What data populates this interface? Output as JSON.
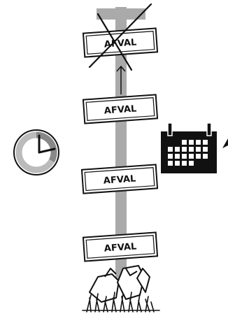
{
  "signs": [
    {
      "label": "AFVAL",
      "crossed_out": true
    },
    {
      "label": "AFVAL",
      "crossed_out": false
    },
    {
      "label": "AFVAL",
      "crossed_out": false
    },
    {
      "label": "AFVAL",
      "crossed_out": false
    }
  ],
  "icons": {
    "clock": "clock-icon",
    "calendar": "calendar-icon",
    "arrow": "arrow-up-icon",
    "litter": "litter-pile-icon",
    "cross": "cross-out-icon"
  },
  "colors": {
    "pole": "#aaaaaa",
    "pole_outline": "#888888",
    "ink": "#111111",
    "clock_ring": "#bbbbbb",
    "clock_dark_arc": "#888888"
  }
}
